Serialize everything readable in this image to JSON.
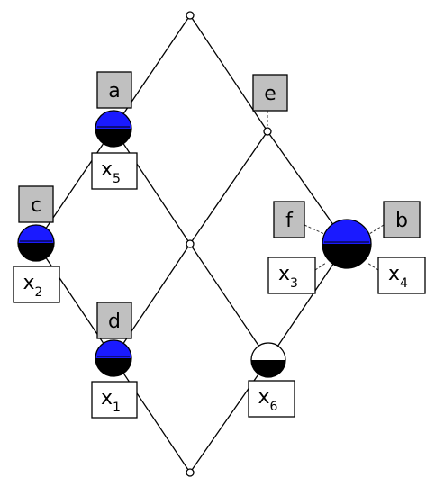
{
  "diagram": {
    "type": "concept-lattice",
    "colors": {
      "line": "#000000",
      "node_blue": "#1a1aff",
      "node_black": "#000000",
      "node_white": "#ffffff",
      "attr_box": "#c0c0c0",
      "obj_box": "#ffffff"
    },
    "nodes": [
      {
        "id": "top",
        "style": "small"
      },
      {
        "id": "n_a",
        "style": "blue-black"
      },
      {
        "id": "n_e",
        "style": "small"
      },
      {
        "id": "n_c",
        "style": "blue-black"
      },
      {
        "id": "n_mid",
        "style": "small"
      },
      {
        "id": "n_fb",
        "style": "blue-black-large"
      },
      {
        "id": "n_d",
        "style": "blue-black"
      },
      {
        "id": "n_x6",
        "style": "white-black"
      },
      {
        "id": "bottom",
        "style": "small"
      }
    ],
    "edges": [
      [
        "top",
        "n_a"
      ],
      [
        "top",
        "n_e"
      ],
      [
        "n_a",
        "n_c"
      ],
      [
        "n_a",
        "n_mid"
      ],
      [
        "n_e",
        "n_mid"
      ],
      [
        "n_e",
        "n_fb"
      ],
      [
        "n_c",
        "n_d"
      ],
      [
        "n_mid",
        "n_d"
      ],
      [
        "n_mid",
        "n_x6"
      ],
      [
        "n_fb",
        "n_x6"
      ],
      [
        "n_d",
        "bottom"
      ],
      [
        "n_x6",
        "bottom"
      ]
    ],
    "attributes": [
      {
        "node": "n_a",
        "label": "a"
      },
      {
        "node": "n_e",
        "label": "e"
      },
      {
        "node": "n_c",
        "label": "c"
      },
      {
        "node": "n_fb",
        "label": "f"
      },
      {
        "node": "n_fb",
        "label": "b"
      },
      {
        "node": "n_d",
        "label": "d"
      }
    ],
    "objects": [
      {
        "node": "n_a",
        "letter": "x",
        "sub": "5"
      },
      {
        "node": "n_c",
        "letter": "x",
        "sub": "2"
      },
      {
        "node": "n_fb",
        "letter": "x",
        "sub": "3"
      },
      {
        "node": "n_fb",
        "letter": "x",
        "sub": "4"
      },
      {
        "node": "n_d",
        "letter": "x",
        "sub": "1"
      },
      {
        "node": "n_x6",
        "letter": "x",
        "sub": "6"
      }
    ]
  }
}
